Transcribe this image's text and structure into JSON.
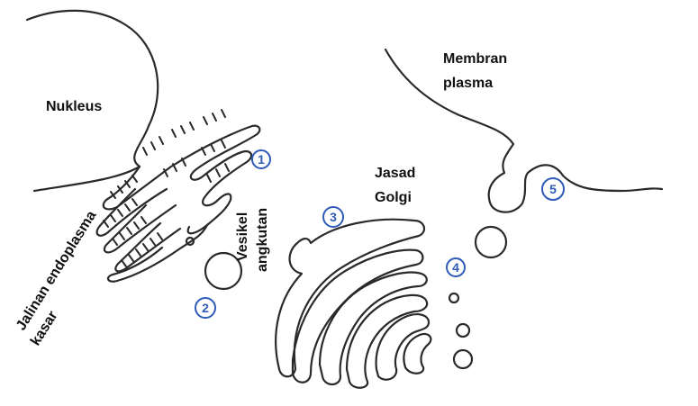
{
  "labels": {
    "nucleus": "Nukleus",
    "membrane_line1": "Membran",
    "membrane_line2": "plasma",
    "golgi_line1": "Jasad",
    "golgi_line2": "Golgi",
    "vesicle_line1": "Vesikel",
    "vesicle_line2": "angkutan",
    "er_line1": "Jalinan endoplasma",
    "er_line2": "kasar"
  },
  "steps": [
    "1",
    "2",
    "3",
    "4",
    "5"
  ],
  "colors": {
    "ink": "#2a2a2a",
    "step_blue": "#2e5bb8",
    "text": "#111111"
  }
}
